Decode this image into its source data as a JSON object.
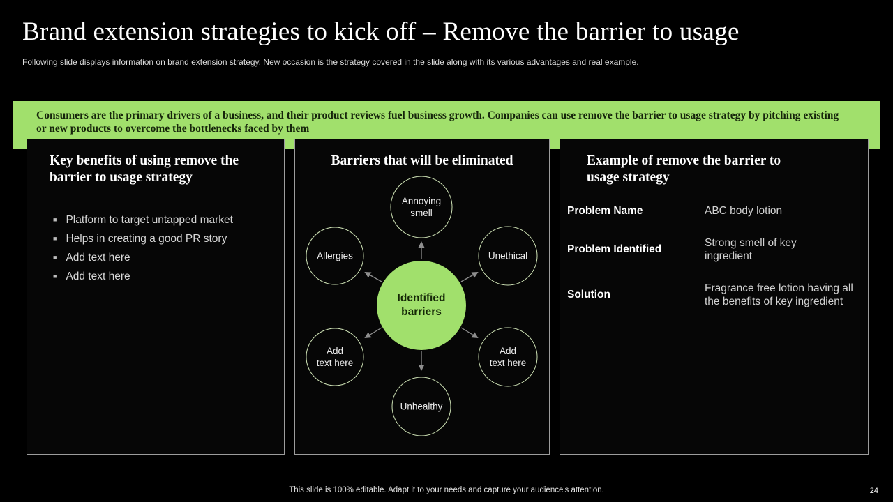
{
  "slide": {
    "title": "Brand extension strategies to kick off – Remove the barrier to usage",
    "subtitle": "Following slide displays information on brand extension strategy. New occasion is the strategy covered in the slide along with its various advantages and real example.",
    "banner_text": "Consumers are the primary drivers of a business, and their product reviews fuel business growth. Companies can use remove the barrier to usage strategy by pitching existing\nor new products to overcome the bottlenecks faced by them",
    "footer_note": "This slide is 100% editable. Adapt it to your needs and capture your audience's attention.",
    "page_number": "24"
  },
  "benefits_panel": {
    "title": "Key benefits of using remove the\nbarrier to usage strategy",
    "items": [
      "Platform to target untapped market",
      "Helps in creating a good PR story",
      "Add text here",
      "Add text here"
    ]
  },
  "barriers_panel": {
    "title": "Barriers that will be eliminated",
    "center": {
      "lines": [
        "Identified",
        "barriers"
      ]
    },
    "nodes": {
      "top": {
        "lines": [
          "Annoying",
          "smell"
        ]
      },
      "left_top": {
        "lines": [
          "Allergies"
        ]
      },
      "right_top": {
        "lines": [
          "Unethical"
        ]
      },
      "left_bottom": {
        "lines": [
          "Add",
          "text here"
        ]
      },
      "right_bottom": {
        "lines": [
          "Add",
          "text here"
        ]
      },
      "bottom": {
        "lines": [
          "Unhealthy"
        ]
      }
    }
  },
  "example_panel": {
    "title": "Example of remove the barrier to\nusage strategy",
    "rows": [
      {
        "label": "Problem Name",
        "value": "ABC body lotion"
      },
      {
        "label": "Problem Identified",
        "value": "Strong smell of key\ningredient"
      },
      {
        "label": "Solution",
        "value": "Fragrance free lotion having all\nthe benefits of key ingredient"
      }
    ]
  },
  "colors": {
    "background": "#000000",
    "accent_green": "#A1E06C",
    "circle_stroke": "#cfe3b6",
    "panel_border": "#9c9c9c",
    "arrow_gray": "#8e8e8e",
    "banner_text": "#16250b"
  }
}
